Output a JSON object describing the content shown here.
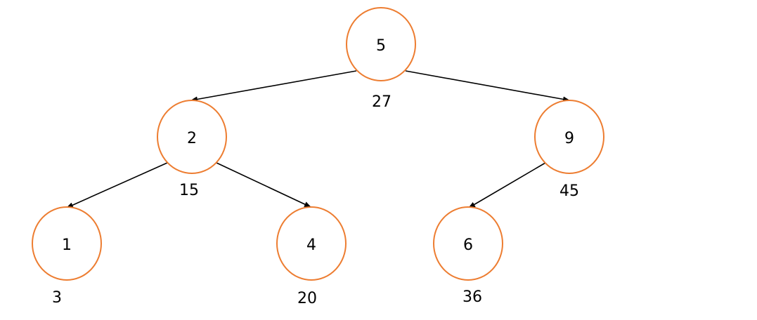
{
  "tree": {
    "node_color": "#ED7D31",
    "edge_color": "#000000",
    "nodes": [
      {
        "id": "n5",
        "value": "5",
        "sum": "27"
      },
      {
        "id": "n2",
        "value": "2",
        "sum": "15"
      },
      {
        "id": "n9",
        "value": "9",
        "sum": "45"
      },
      {
        "id": "n1",
        "value": "1",
        "sum": "3"
      },
      {
        "id": "n4",
        "value": "4",
        "sum": "20"
      },
      {
        "id": "n6",
        "value": "6",
        "sum": "36"
      }
    ],
    "edges": [
      {
        "from": "n5",
        "to": "n2"
      },
      {
        "from": "n5",
        "to": "n9"
      },
      {
        "from": "n2",
        "to": "n1"
      },
      {
        "from": "n2",
        "to": "n4"
      },
      {
        "from": "n9",
        "to": "n6"
      }
    ]
  }
}
